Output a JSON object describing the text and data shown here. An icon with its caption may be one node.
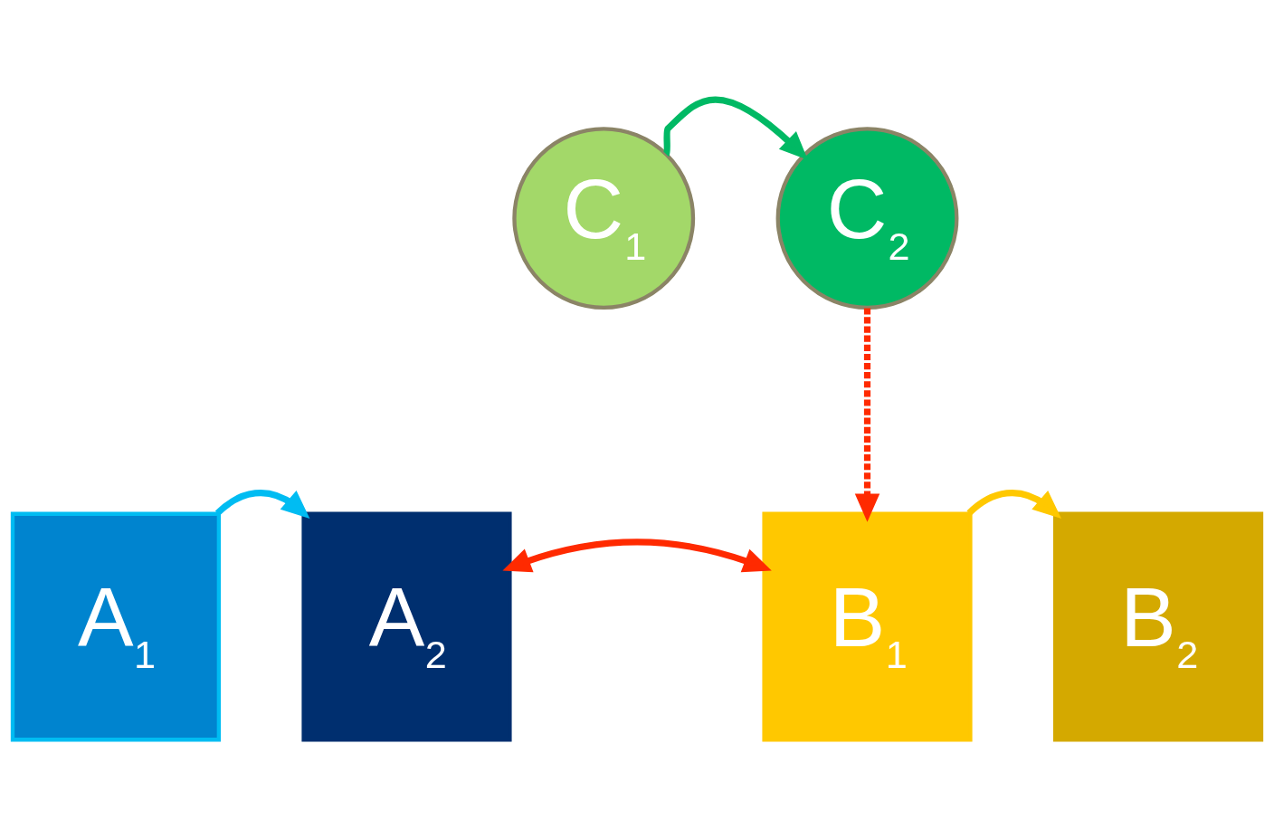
{
  "diagram": {
    "nodes": [
      {
        "text": [
          "C$_{1}$"
        ]
      },
      {
        "text": [
          "C$_{2}$"
        ]
      },
      {
        "text": [
          "A$_{1}$"
        ]
      },
      {
        "text": [
          "A$_{2}$"
        ]
      },
      {
        "text": [
          "B$_{1}$"
        ]
      },
      {
        "text": [
          "B$_{2}$"
        ]
      }
    ],
    "edges": [
      {
        "from": 0,
        "to": 1,
        "arrow": "to",
        "color": "#00b964"
      },
      {
        "from": 1,
        "to": 4,
        "arrow": "to",
        "style": "dashed",
        "color": "#ff2a00"
      },
      {
        "from": 2,
        "to": 3,
        "arrow": "to",
        "color": "#00bcf2"
      },
      {
        "from": 3,
        "to": 4,
        "arrow": "both",
        "color": "#ff2a00"
      },
      {
        "from": 4,
        "to": 5,
        "arrow": "to",
        "color": "#ffc800"
      }
    ]
  }
}
